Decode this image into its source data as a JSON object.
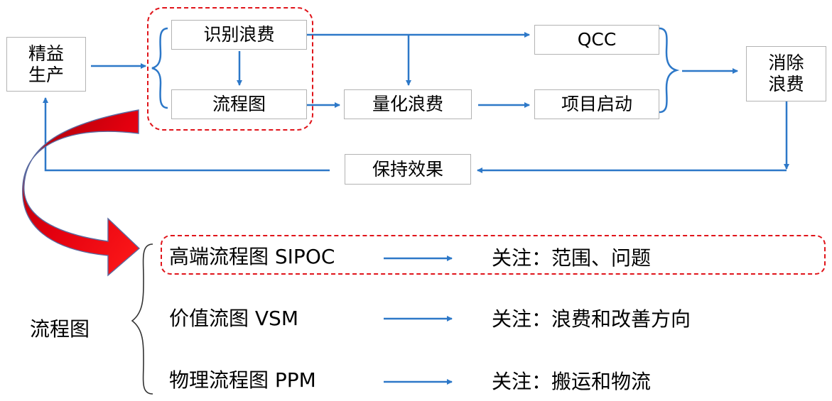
{
  "flow": {
    "lean_line1": "精益",
    "lean_line2": "生产",
    "identify_waste": "识别浪费",
    "flowchart": "流程图",
    "quantify_waste": "量化浪费",
    "qcc": "QCC",
    "project_launch": "项目启动",
    "eliminate_line1": "消除",
    "eliminate_line2": "浪费",
    "sustain": "保持效果"
  },
  "detail": {
    "label": "流程图",
    "rows": [
      {
        "name": "高端流程图 SIPOC",
        "focus": "关注：范围、问题"
      },
      {
        "name": "价值流图 VSM",
        "focus": "关注：浪费和改善方向"
      },
      {
        "name": "物理流程图 PPM",
        "focus": "关注：搬运和物流"
      }
    ]
  },
  "colors": {
    "arrow": "#2d78c8",
    "highlight": "#e0141a",
    "box_border": "#b3b3b3",
    "big_arrow": "#e3000f"
  }
}
